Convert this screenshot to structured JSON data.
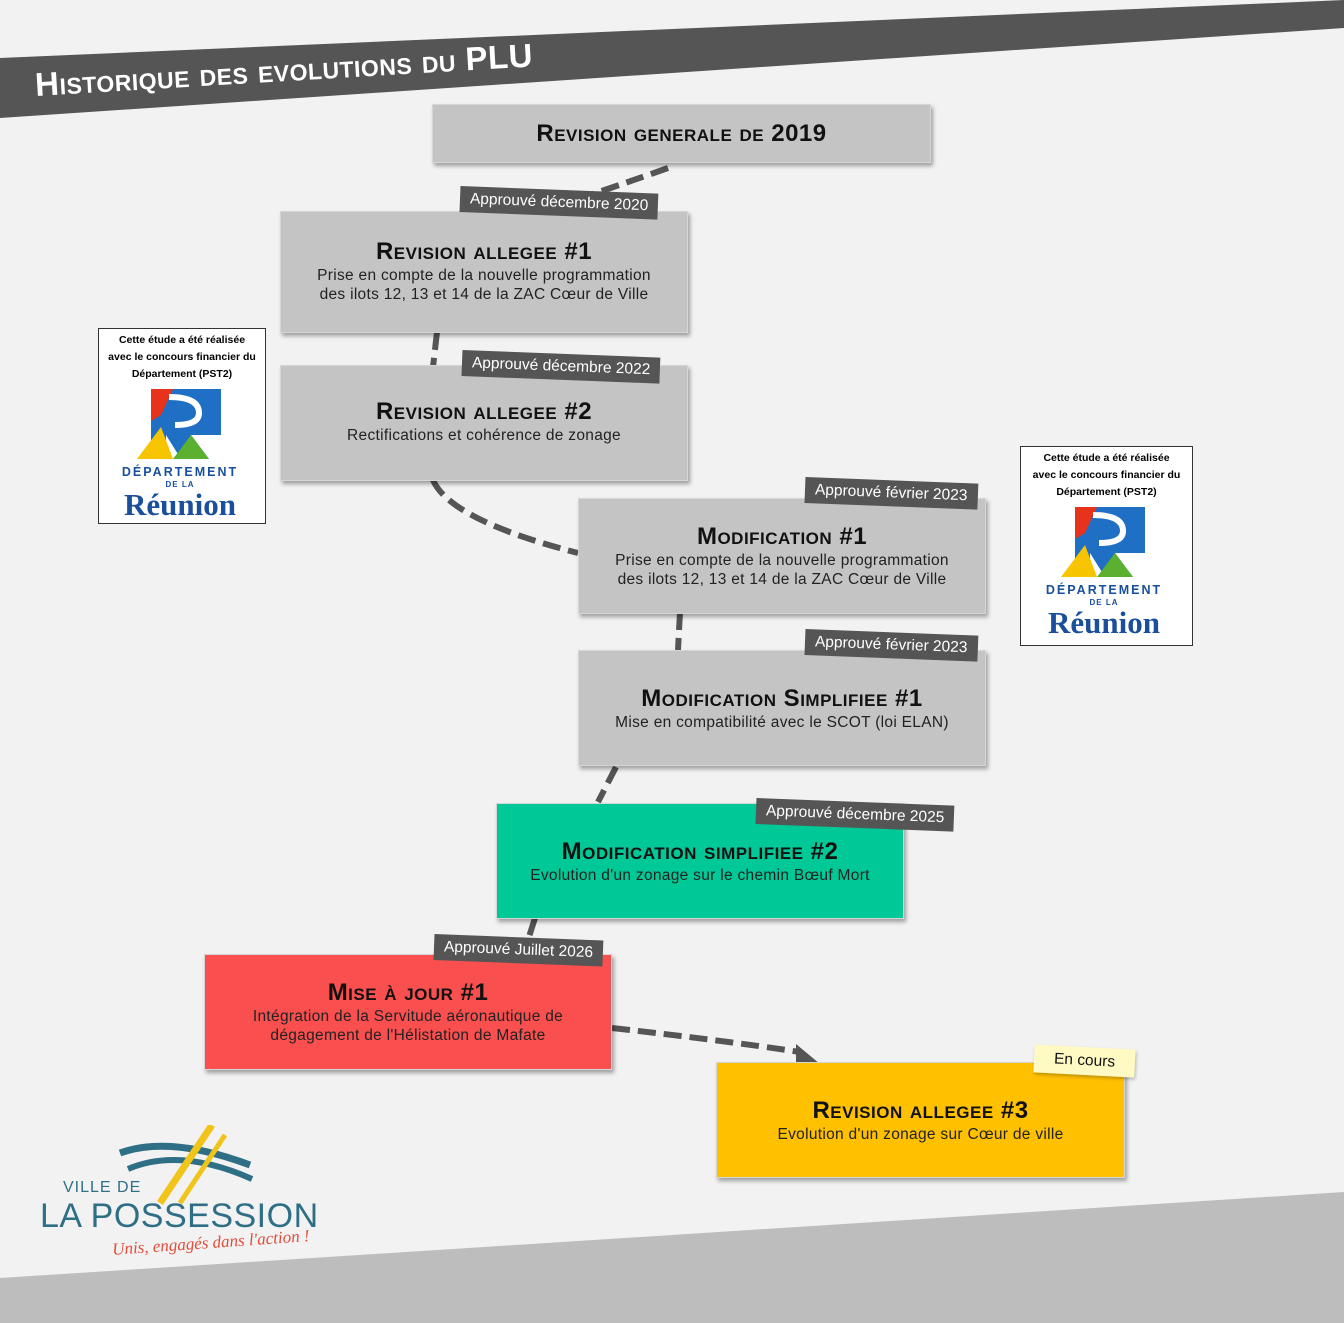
{
  "header": {
    "title": "Historique des evolutions du PLU"
  },
  "colors": {
    "band": "#555555",
    "box_grey": "#c4c4c4",
    "box_green": "#00c896",
    "box_red": "#fa4f4f",
    "box_yellow": "#ffc000",
    "tag": "#555555"
  },
  "nodes": [
    {
      "title": "Revision generale de 2019"
    },
    {
      "title": "Revision allegee #1",
      "tag": "Approuvé décembre 2020",
      "desc1": "Prise en compte de la nouvelle programmation",
      "desc2": "des ilots 12, 13 et 14 de la ZAC Cœur de Ville"
    },
    {
      "title": "Revision allegee #2",
      "tag": "Approuvé décembre 2022",
      "desc1": "Rectifications et cohérence de zonage"
    },
    {
      "title": "Modification #1",
      "tag": "Approuvé février 2023",
      "desc1": "Prise en compte de la nouvelle programmation",
      "desc2": "des ilots 12, 13 et 14 de la ZAC Cœur de Ville"
    },
    {
      "title": "Modification Simplifiee #1",
      "tag": "Approuvé février 2023",
      "desc1": "Mise en compatibilité avec le SCOT (loi ELAN)"
    },
    {
      "title": "Modification simplifiee #2",
      "tag": "Approuvé décembre 2025",
      "desc1": "Evolution d'un zonage sur le chemin Bœuf Mort"
    },
    {
      "title": "Mise à jour #1",
      "tag": "Approuvé Juillet 2026",
      "desc1": "Intégration de la Servitude aéronautique de",
      "desc2": "dégagement de l'Hélistation de Mafate"
    },
    {
      "title": "Revision allegee #3",
      "tag": "En cours",
      "desc1": "Evolution d'un zonage sur Cœur de ville"
    }
  ],
  "funding_notice": {
    "line1": "Cette étude a été réalisée",
    "line2": "avec le concours financier du",
    "line3": "Département (PST2)",
    "logo_line1": "DÉPARTEMENT",
    "logo_line2": "DE LA",
    "logo_line3": "Réunion"
  },
  "city_logo": {
    "line1": "VILLE DE",
    "line2": "LA POSSESSION",
    "slogan": "Unis, engagés dans l'action !"
  }
}
